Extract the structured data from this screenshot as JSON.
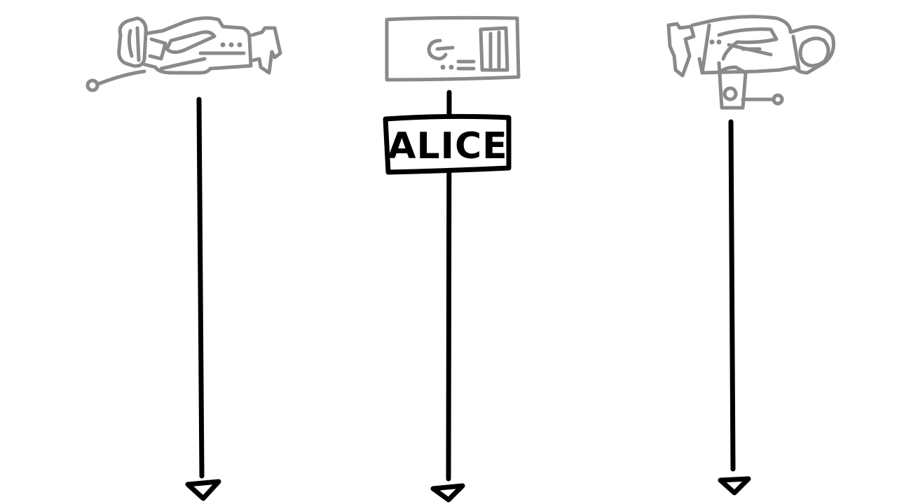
{
  "diagram": {
    "lifelines": [
      {
        "id": "left",
        "icon": "camera-icon-left"
      },
      {
        "id": "center",
        "icon": "computer-icon",
        "label": "ALICE"
      },
      {
        "id": "right",
        "icon": "camera-icon-right"
      }
    ],
    "colors": {
      "ink": "#000000",
      "icon_gray": "#8a8a8a",
      "background": "#ffffff"
    }
  }
}
